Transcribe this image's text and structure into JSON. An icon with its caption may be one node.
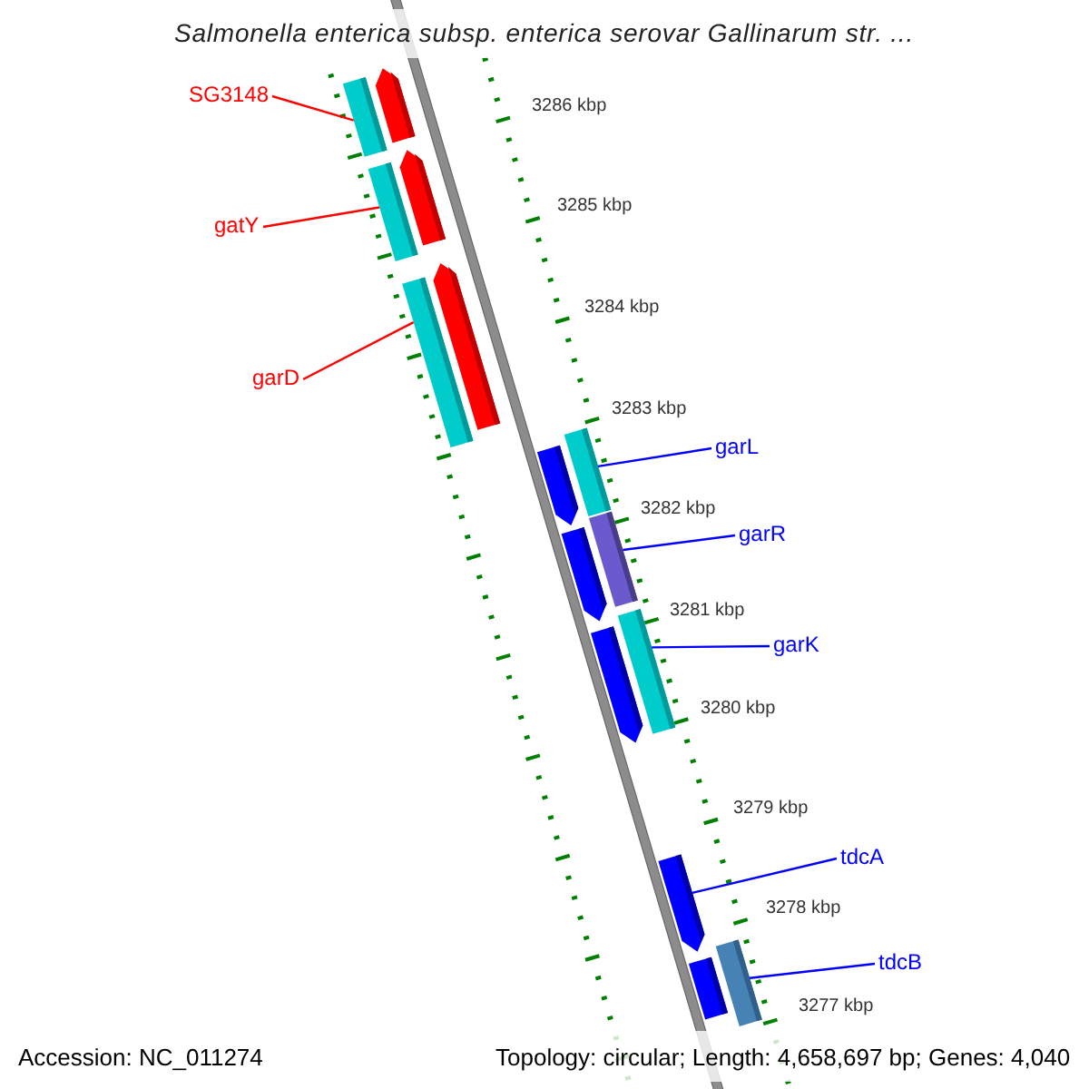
{
  "diagram": {
    "title": "Salmonella enterica subsp. enterica serovar Gallinarum str. ...",
    "nodes": [
      {
        "text": [
          "SG3148"
        ]
      },
      {
        "text": [
          "gatY"
        ]
      },
      {
        "text": [
          "garD"
        ]
      },
      {
        "text": [
          "garL"
        ]
      },
      {
        "text": [
          "garR"
        ]
      },
      {
        "text": [
          "garK"
        ]
      },
      {
        "text": [
          "tdcA"
        ]
      },
      {
        "text": [
          "tdcB"
        ]
      },
      {
        "text": [],
        "shape": "bar"
      },
      {
        "text": [],
        "shape": "bar"
      },
      {
        "text": [],
        "shape": "bar"
      },
      {
        "text": [],
        "shape": "bar"
      },
      {
        "text": [],
        "shape": "bar"
      },
      {
        "text": [],
        "shape": "bar"
      },
      {
        "text": [],
        "shape": "bar"
      },
      {
        "text": [],
        "shape": "bar"
      },
      {
        "text": [],
        "shape": "bar"
      },
      {
        "text": [],
        "shape": "bar"
      },
      {
        "text": [],
        "shape": "bar"
      },
      {
        "text": [],
        "shape": "bar"
      },
      {
        "text": [],
        "shape": "bar"
      },
      {
        "text": [],
        "shape": "bar"
      },
      {
        "text": [],
        "shape": "bar"
      }
    ],
    "edges": [
      {
        "from": 0,
        "to": 9,
        "arrow": "none",
        "color": "#ff0000"
      },
      {
        "from": 1,
        "to": 11,
        "arrow": "none",
        "color": "#ff0000"
      },
      {
        "from": 2,
        "to": 13,
        "arrow": "none",
        "color": "#ff0000"
      },
      {
        "from": 3,
        "to": 14,
        "arrow": "none"
      },
      {
        "from": 4,
        "to": 16,
        "arrow": "none"
      },
      {
        "from": 5,
        "to": 18,
        "arrow": "none"
      },
      {
        "from": 6,
        "to": 20,
        "arrow": "none"
      },
      {
        "from": 7,
        "to": 21,
        "arrow": "none"
      }
    ],
    "labels": [
      "3286 kbp",
      "3285 kbp",
      "3284 kbp",
      "3283 kbp",
      "3282 kbp",
      "3281 kbp",
      "3280 kbp",
      "3279 kbp",
      "3278 kbp",
      "3277 kbp",
      "Accession: NC_011274",
      "Topology: circular; Length: 4,658,697 bp; Genes: 4,040"
    ]
  }
}
